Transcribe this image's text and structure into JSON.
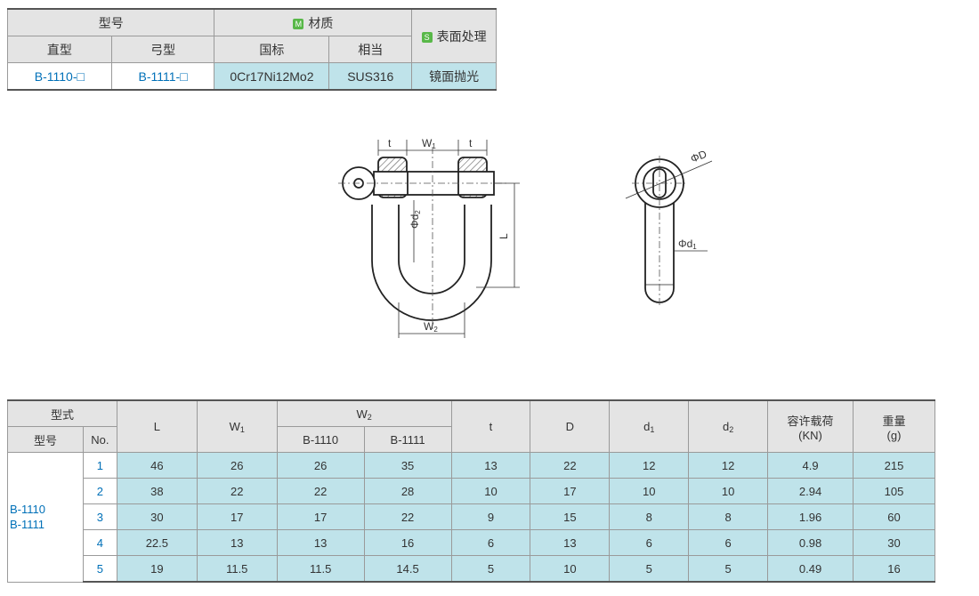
{
  "material_table": {
    "header_model": "型号",
    "header_material": "材质",
    "material_badge": "M",
    "header_surface": "表面处理",
    "surface_badge": "S",
    "sub_straight": "直型",
    "sub_bow": "弓型",
    "sub_gb": "国标",
    "sub_equiv": "相当",
    "row": {
      "straight": "B-1110-□",
      "bow": "B-1111-□",
      "gb": "0Cr17Ni12Mo2",
      "equiv": "SUS316",
      "surface": "镜面抛光"
    }
  },
  "drawing": {
    "t_left": "t",
    "w1": "W",
    "w1_sub": "1",
    "t_right": "t",
    "d2_phi": "Φd",
    "d2_sub": "2",
    "l": "L",
    "w2": "W",
    "w2_sub": "2",
    "phi_d": "ΦD",
    "d1_phi": "Φd",
    "d1_sub": "1"
  },
  "spec_table": {
    "h_type": "型式",
    "h_model": "型号",
    "h_no": "No.",
    "h_L": "L",
    "h_W1": "W",
    "h_W1_sub": "1",
    "h_W2": "W",
    "h_W2_sub": "2",
    "h_W2_a": "B-1110",
    "h_W2_b": "B-1111",
    "h_t": "t",
    "h_D": "D",
    "h_d1": "d",
    "h_d1_sub": "1",
    "h_d2": "d",
    "h_d2_sub": "2",
    "h_load": "容许载荷",
    "h_load_unit": "(KN)",
    "h_weight": "重量",
    "h_weight_unit": "(g)",
    "model_line1": "B-1110",
    "model_line2": "B-1111",
    "rows": [
      {
        "no": "1",
        "L": "46",
        "W1": "26",
        "W2a": "26",
        "W2b": "35",
        "t": "13",
        "D": "22",
        "d1": "12",
        "d2": "12",
        "load": "4.9",
        "weight": "215"
      },
      {
        "no": "2",
        "L": "38",
        "W1": "22",
        "W2a": "22",
        "W2b": "28",
        "t": "10",
        "D": "17",
        "d1": "10",
        "d2": "10",
        "load": "2.94",
        "weight": "105"
      },
      {
        "no": "3",
        "L": "30",
        "W1": "17",
        "W2a": "17",
        "W2b": "22",
        "t": "9",
        "D": "15",
        "d1": "8",
        "d2": "8",
        "load": "1.96",
        "weight": "60"
      },
      {
        "no": "4",
        "L": "22.5",
        "W1": "13",
        "W2a": "13",
        "W2b": "16",
        "t": "6",
        "D": "13",
        "d1": "6",
        "d2": "6",
        "load": "0.98",
        "weight": "30"
      },
      {
        "no": "5",
        "L": "19",
        "W1": "11.5",
        "W2a": "11.5",
        "W2b": "14.5",
        "t": "5",
        "D": "10",
        "d1": "5",
        "d2": "5",
        "load": "0.49",
        "weight": "16"
      }
    ]
  },
  "colors": {
    "accent_blue": "#0070b8",
    "cell_cyan": "#bfe3ea",
    "header_gray": "#e4e4e4",
    "badge_green": "#58b848"
  }
}
